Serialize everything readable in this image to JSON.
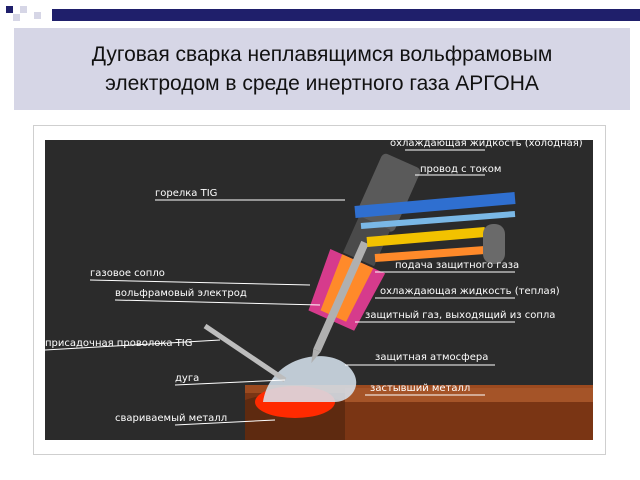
{
  "slide": {
    "title_line1": "Дуговая сварка неплавящимся вольфрамовым",
    "title_line2": "электродом в среде инертного газа АРГОНА"
  },
  "diagram": {
    "labels": {
      "coolant_cold": "охлаждающая жидкость (холодная)",
      "power_wire": "провод с током",
      "tig_torch": "горелка TIG",
      "gas_nozzle": "газовое сопло",
      "shield_gas_supply": "подача защитного газа",
      "tungsten_electrode": "вольфрамовый электрод",
      "coolant_warm": "охлаждающая жидкость (теплая)",
      "filler_wire": "присадочная проволока TIG",
      "shield_gas_exit": "защитный газ, выходящий из сопла",
      "shield_atmosphere": "защитная атмосфера",
      "arc": "дуга",
      "solid_metal": "застывший металл",
      "base_metal": "свариваемый металл"
    }
  },
  "colors": {
    "slide_accent": "#1f1f6b",
    "title_band": "#d6d6e6",
    "diagram_bg": "#2b2b2b",
    "torch_body": "#5a5a5a",
    "nozzle": "#d63b8c",
    "cold_coolant": "#2f6fd0",
    "power_cable": "#7ab8e6",
    "gas_line": "#f2c200",
    "warm_coolant": "#ff8a2a",
    "electrode": "#b0b0b0",
    "metal": "#7a3514",
    "weld_pool": "#ff2a00"
  }
}
